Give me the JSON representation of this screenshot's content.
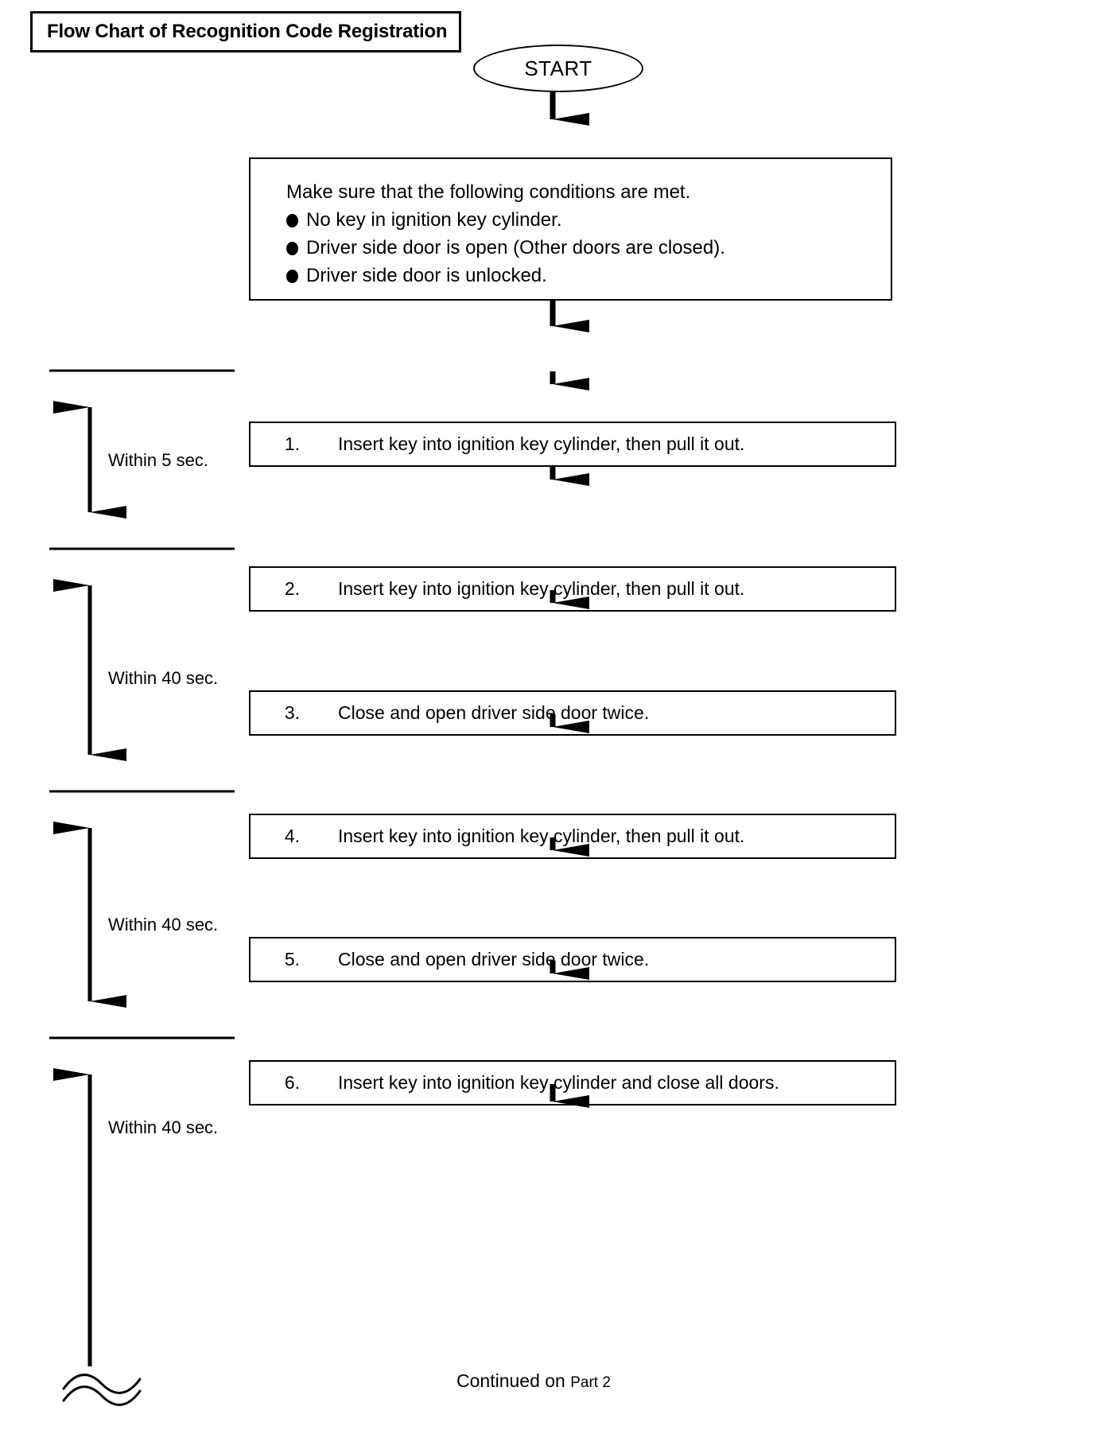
{
  "title": {
    "text": "Flow Chart of Recognition Code Registration"
  },
  "start": {
    "label": "START"
  },
  "conditions": {
    "heading": "Make sure that the following conditions are met.",
    "items": [
      "No key in ignition key cylinder.",
      "Driver side door is open (Other doors are closed).",
      "Driver side door is unlocked."
    ]
  },
  "steps": [
    {
      "num": "1.",
      "text": "Insert key into ignition key cylinder, then pull it out."
    },
    {
      "num": "2.",
      "text": "Insert key into ignition key cylinder, then pull it out."
    },
    {
      "num": "3.",
      "text": "Close and open driver side door twice."
    },
    {
      "num": "4.",
      "text": "Insert key into ignition key cylinder, then pull it out."
    },
    {
      "num": "5.",
      "text": "Close and open driver side door twice."
    },
    {
      "num": "6.",
      "text": "Insert key into ignition key cylinder and close all doors."
    }
  ],
  "timings": [
    {
      "label": "Within 5 sec."
    },
    {
      "label": "Within 40 sec."
    },
    {
      "label": "Within 40 sec."
    },
    {
      "label": "Within 40 sec."
    }
  ],
  "footer": {
    "continued": "Continued on",
    "part": "Part 2"
  },
  "colors": {
    "ink": "#000000",
    "paper": "#ffffff"
  }
}
